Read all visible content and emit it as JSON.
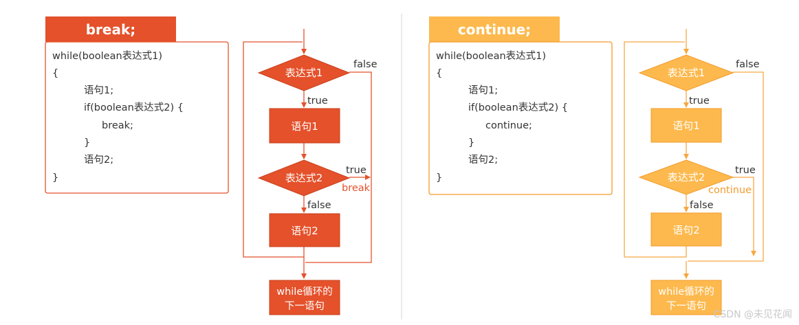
{
  "colors": {
    "break_fill": "#e4512b",
    "break_stroke": "#c9401d",
    "continue_fill": "#fdb94d",
    "continue_stroke": "#f39a2a",
    "arrow_break": "#e4512b",
    "arrow_continue": "#f7a740",
    "code_border_break": "#e4512b",
    "code_border_continue": "#f39a2a",
    "divider": "#d6d6d6"
  },
  "break_panel": {
    "header": "break;",
    "code_lines": [
      "while(boolean表达式1)",
      "{",
      "语句1;",
      "if(boolean表达式2) {",
      "break;",
      "}",
      "语句2;",
      "}"
    ],
    "flow": {
      "cond1": "表达式1",
      "stmt1": "语句1",
      "cond2": "表达式2",
      "stmt2": "语句2",
      "exit": [
        "while循环的",
        "下一语句"
      ],
      "label_false_1": "false",
      "label_true_1": "true",
      "label_true_2": "true",
      "label_false_2": "false",
      "label_jump": "break"
    }
  },
  "continue_panel": {
    "header": "continue;",
    "code_lines": [
      "while(boolean表达式1)",
      "{",
      "语句1;",
      "if(boolean表达式2) {",
      "continue;",
      "}",
      "语句2;",
      "}"
    ],
    "flow": {
      "cond1": "表达式1",
      "stmt1": "语句1",
      "cond2": "表达式2",
      "stmt2": "语句2",
      "exit": [
        "while循环的",
        "下一语句"
      ],
      "label_false_1": "false",
      "label_true_1": "true",
      "label_true_2": "true",
      "label_false_2": "false",
      "label_jump": "continue"
    }
  },
  "watermark": "CSDN @未见花闻"
}
